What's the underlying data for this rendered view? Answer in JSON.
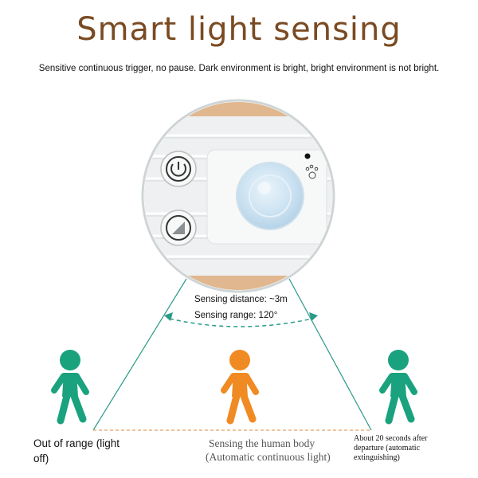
{
  "title": "Smart light sensing",
  "subtitle": "Sensitive continuous trigger, no pause. Dark environment is bright, bright environment is not bright.",
  "sensing_distance": "Sensing distance: ~3m",
  "sensing_range": "Sensing range: 120°",
  "left_status": "Out of range (light off)",
  "center_status_line1": "Sensing the human body",
  "center_status_line2": "(Automatic continuous light)",
  "right_status": "About 20 seconds after departure (automatic extinguishing)",
  "colors": {
    "title": "#7a4a22",
    "teal_person": "#1aa27e",
    "orange_person": "#f08a23",
    "cone": "#2a9a86",
    "dashed_line": "#e2a064"
  },
  "icons": [
    "power-button-icon",
    "play-button-icon",
    "pir-sensor-icon",
    "paw-icon",
    "indicator-dot-icon"
  ]
}
